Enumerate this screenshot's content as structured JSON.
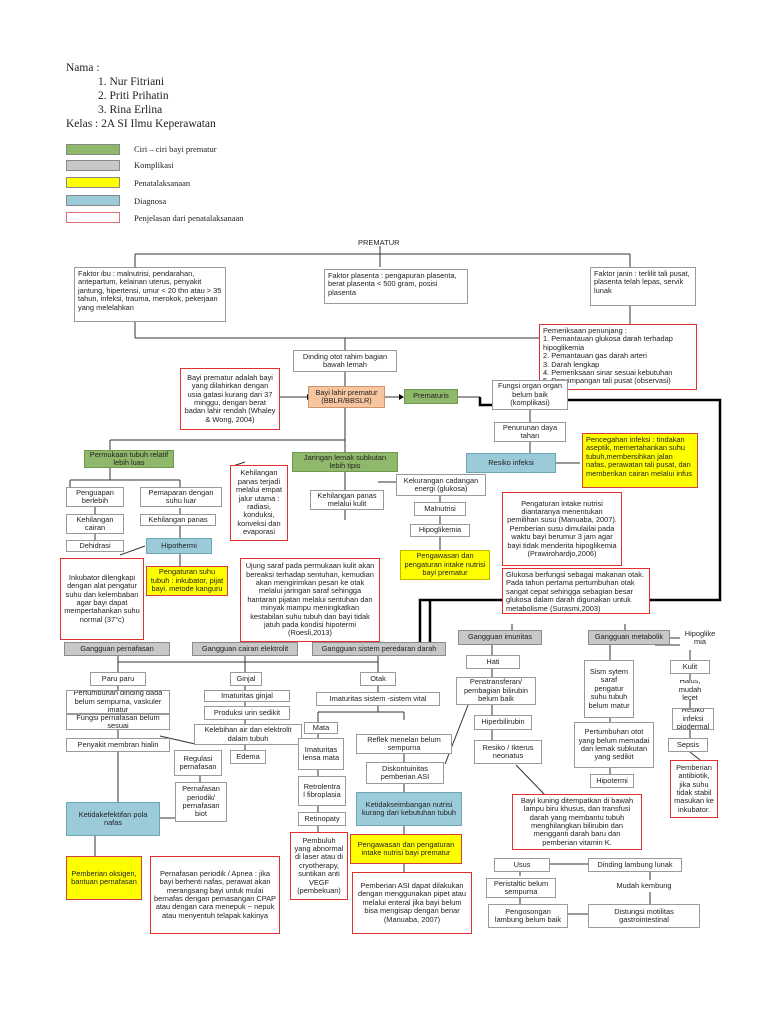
{
  "header": {
    "nama_label": "Nama  :",
    "members": [
      "1.  Nur Fitriani",
      "2.  Priti Prihatin",
      "3.  Rina Erlina"
    ],
    "kelas": "Kelas  : 2A SI Ilmu Keperawatan"
  },
  "legend": [
    {
      "color": "#8fb86a",
      "label": "Ciri – ciri bayi prematur"
    },
    {
      "color": "#c8c8c8",
      "label": "Komplikasi"
    },
    {
      "color": "#ffff00",
      "label": "Penatalaksanaan"
    },
    {
      "color": "#9bcbd8",
      "label": "Diagnosa"
    },
    {
      "color": "#ffffff",
      "label": "Penjelasan dari penatalaksanaan"
    }
  ],
  "nodes": {
    "prematur": "PREMATUR",
    "faktor_ibu": "Faktor ibu : malnutrisi, pendarahan, antepartum, kelainan uterus, penyakit jantung, hipertensi, umur < 20 thn atau > 35 tahun, infeksi, trauma, merokok, pekerjaan yang melelahkan",
    "faktor_plasenta": "Faktor plasenta : pengapuran plasenta, berat plasenta < 500 gram, posisi plasenta",
    "faktor_janin": "Faktor janin : terlilit tali pusat, plasenta telah lepas, servik lunak",
    "pemeriksaan": "Pemeriksaan penunjang :\n1. Pemantauan glukosa darah terhadap hipoglikemia\n2. Pemantauan gas darah arteri\n3. Darah lengkap\n4. Pemeriksaan sinar sesuai kebutuhan\n5. Penyimpangan tali pusat (observasi)",
    "dinding_otot": "Dinding otot rahim bagian bawah lemah",
    "bayi_def": "Bayi prematur adalah bayi yang dilahirkan dengan usia gatasi kurang dari 37 minggu, dengan berat badan lahir rendah (Whaley & Wong, 2004)",
    "bayi_lahir": "Bayi lahir prematur (BBLR/BBSLR)",
    "prematuris": "Prematuris",
    "fungsi_organ": "Fungsi organ organ belum baik (komplikasi)",
    "penurunan_daya": "Penurunan daya tahan",
    "resiko_infeksi": "Resiko infeksi",
    "pencegahan": "Pencegahan infeksi : tindakan aseptik, memertahankan suhu tubuh,membersihkan jalan nafas, perawatan tali pusat, dan memberikan cairan melalui infus",
    "permukaan_tubuh": "Permukaan tubuh relatif lebih luas",
    "jaringan_lemak": "Jaringan lemak subkutan lebih tipis",
    "kehilangan_panas_jalur": "Kehilangan panas terjadi melalui empat jalur utama : radiasi, konduksi, konveksi dan evaporasi",
    "penguapan": "Penguapan berlebih",
    "pemaparan": "Pemaparan dengan suhu luar",
    "kehilangan_cairan": "Kehilangan cairan",
    "kehilangan_panas": "Kehilangan panas",
    "dehidrasi": "Dehidrasi",
    "hipotermi": "Hipothermi",
    "kehilangan_panas_kulit": "Kehilangan panas melalui kulit",
    "kekurangan_cadangan": "Kekurangan cadangan energi (glukosa)",
    "malnutrisi": "Malnutrisi",
    "hipoglikemia": "Hipoglikemia",
    "pengawasan_nutrisi": "Pengawasan dan pengaturan intake nutrisi bayi prematur",
    "pengaturan_intake": "Pengaturan intake nutrisi diantaranya menentukan pemilihan susu (Manuaba, 2007). Pemberian susu dimulailai pada waktu bayi berumur 3 jam agar bayi tidak menderita hipoglikemia (Prawirohardjo,2006)",
    "glukosa": "Glukosa berfungsi sebagai makanan otak. Pada tahun pertama pertumbuhan otak sangat cepat sehingga sebagian besar glukosa dalam darah digunakan untuk metabolisme (Surasmi,2003)",
    "inkubator": "Inkubator dilengkapi dengan alat pengatur suhu dan kelembaban agar bayi dapat mempertahankan suhu normal (37°c)",
    "pengaturan_suhu": "Pengaturan suhu tubuh : inkubator, pijat bayi. metode kanguru",
    "ujung_saraf": "Ujung saraf pada permukaan kulit akan bereaksi terhadap sentuhan, kemudian akan mengirimkan pesan ke otak melalui jaringan saraf sehingga hantaran pijatan melalui sentuhan dan minyak mampu meningkatkan kestabilan suhu tubuh dan bayi tidak jatuh pada kondisi hipotermi (Roesli,2013)",
    "gangguan_imunitas": "Gangguan imunitas",
    "gangguan_metabolik": "Gangguan metabolik",
    "hipoglikemia2": "Hipoglike mia",
    "hati": "Hati",
    "penstransferan": "Penstransferan/ pembagian bilirubin belum baik",
    "hiperbilirubin": "Hiperbilirubin",
    "resiko_ikterus": "Resiko / Ikterus neonatus",
    "sistem_saraf": "Sism sytem saraf pengatur suhu tubuh belum matur",
    "pertumbuhan_otot": "Pertumbuhan otot yang belum memadai dan lemak subkutan yang sedikit",
    "hipotermi2": "Hipotermi",
    "kulit": "Kulit",
    "halus": "Halus, mudah lecet",
    "resiko_infeksi_dermal": "Resiko infeksi piodermal",
    "sepsis": "Sepsis",
    "pemberian_antibiotik": "Pemberian antibiotik, jika suhu tidak stabil masukan ke inkubator.",
    "bayi_kuning": "Bayi kuning ditempatkan di bawah lampu biru khusus, dan transfusi darah yang membantu tubuh menghilangkan bilirubin dan mengganti darah baru dan pemberian vitamin K.",
    "gangguan_pernafasan": "Gangguan pernafasan",
    "gangguan_cairan": "Gangguan cairan elektrolit",
    "gangguan_peredaran": "Gangguan sistem peredaran darah",
    "paru": "Paru paru",
    "pertumbuhan_dinding": "Pertumbuhan dinding dada belum sempurna, vaskuler imatur",
    "fungsi_pernafasan": "Fungsi pernafasan belum sesuai",
    "membran_hialin": "Penyakit membran hialin",
    "regulasi": "Regulasi pernafasan",
    "ketidakefektifan": "Ketidakefektifan pola nafas",
    "pernafasan_periodik": "Pernafasan periodik/ pernafasan biot",
    "pemberian_oksigen": "Pemberian oksigen, bantuan pernafasan",
    "apnea": "Pernafasan periodik / Apnea : jika bayi berhenti nafas, perawat akan merangsang bayi untuk mulai bernafas dengan pemasangan  CPAP atau dengan cara menepuk ~ nepuk atau menyentuh telapak kakinya",
    "ginjal": "Ginjal",
    "imaturitas_ginjal": "Imaturitas ginjal",
    "produksi_urin": "Produksi urin sedikit",
    "kelebihan_air": "Kelebihan air dan elektrolit dalam tubuh",
    "edema": "Edema",
    "otak": "Otak",
    "imaturitas_vital": "Imaturitas sistem  -sistem vital",
    "mata": "Mata",
    "imaturitas_lensa": "Imaturitas lensa mata",
    "retrolentra": "Retrolentra l fibroplasia",
    "retinopaty": "Retinopaty",
    "pembuluh": "Pembuluh yang abnormal di laser atau di cryotherapy, suntikan anti VEGF (pembekuan)",
    "refleks": "Reflek menelan belum sempurna",
    "diskontuinitas": "Diskontuinitas pemberian ASI",
    "ketidakseimbangan": "Ketidakseimbangan nutrisi kurang dari kebutuhan tubuh",
    "pengawasan_nutrisi2": "Pengawasan dan pengaturan intake nutrisi bayi prematur",
    "pemberian_asi": "Pemberian ASI dapat dilakukan dengan menggunakan pipet atau melalui enteral jika bayi belum bisa mengisap dengan benar (Manuaba, 2007)",
    "usus": "Usus",
    "dinding_lambung": "Dinding lambung lunak",
    "peristaltic": "Peristaltic belum sempurna",
    "mudah_kembung": "Mudah kembung",
    "pengosongan": "Pengosongan lambung belum baik",
    "distungsi": "Distungsi motilitas gastrointestinal"
  }
}
